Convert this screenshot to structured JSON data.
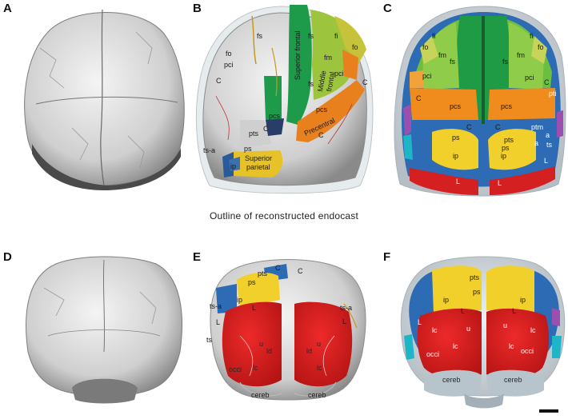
{
  "panels": {
    "a": "A",
    "b": "B",
    "c": "C",
    "d": "D",
    "e": "E",
    "f": "F"
  },
  "caption": "Outline of reconstructed endocast",
  "labels_b": {
    "fs1": "fs",
    "fs2": "fs",
    "fs3": "fs",
    "fi": "fi",
    "fm": "fm",
    "fo1": "fo",
    "fo2": "fo",
    "pci1": "pci",
    "pci2": "pci",
    "c1": "C",
    "c2": "C",
    "c3": "C",
    "c4": "C",
    "pcs1": "pcs",
    "pcs2": "pcs",
    "pts": "pts",
    "ps": "ps",
    "tsa": "ts-a",
    "ip": "ip",
    "sup_frontal": "Superior frontal",
    "middle": "Middle",
    "frontal": "frontal",
    "precentral": "Precentral",
    "superior": "Superior",
    "parietal": "parietal"
  },
  "labels_c": {
    "fi1": "fi",
    "fi2": "fi",
    "fo1": "fo",
    "fo2": "fo",
    "fs1": "fs",
    "fs2": "fs",
    "fm1": "fm",
    "fm2": "fm",
    "pci1": "pci",
    "pci2": "pci",
    "pcs1": "pcs",
    "pcs2": "pcs",
    "c1": "C",
    "c2": "C",
    "c3": "C",
    "c4": "C",
    "pti": "pti",
    "ptm": "ptm",
    "a": "a",
    "a2": "a",
    "ts": "ts",
    "pts": "pts",
    "ps": "ps",
    "ps2": "ps",
    "ip1": "ip",
    "ip2": "ip",
    "l1": "L",
    "l2": "L",
    "l3": "L"
  },
  "labels_e": {
    "pts": "pts",
    "c1": "C",
    "c2": "C",
    "ps": "ps",
    "ip": "ip",
    "l1": "L",
    "l2": "L",
    "l3": "L",
    "tsa1": "ts-a",
    "tsa2": "ts-a",
    "ts": "ts",
    "ld1": "ld",
    "ld2": "ld",
    "u1": "u",
    "u2": "u",
    "lc1": "lc",
    "lc2": "lc",
    "occi": "occi",
    "cereb1": "cereb",
    "cereb2": "cereb"
  },
  "labels_f": {
    "pts": "pts",
    "ps": "ps",
    "ip1": "ip",
    "ip2": "ip",
    "l1": "L",
    "l2": "L",
    "l3": "L",
    "u1": "u",
    "u2": "u",
    "lc1": "lc",
    "lc2": "lc",
    "lc3": "lc",
    "lc4": "lc",
    "occi1": "occi",
    "occi2": "occi",
    "cereb1": "cereb",
    "cereb2": "cereb"
  },
  "colors": {
    "skull": "#d9d9d9",
    "frontal_green": "#3aa83a",
    "sup_frontal": "#1e9b4a",
    "middle_frontal": "#8cc63f",
    "light_green": "#b5d66a",
    "orange": "#f08c1e",
    "blue": "#2d6bb5",
    "yellow": "#f2d02c",
    "red": "#d42020",
    "purple": "#9b4fb0",
    "cyan": "#1fb5c9",
    "cerebellum": "#b8c4cc"
  }
}
